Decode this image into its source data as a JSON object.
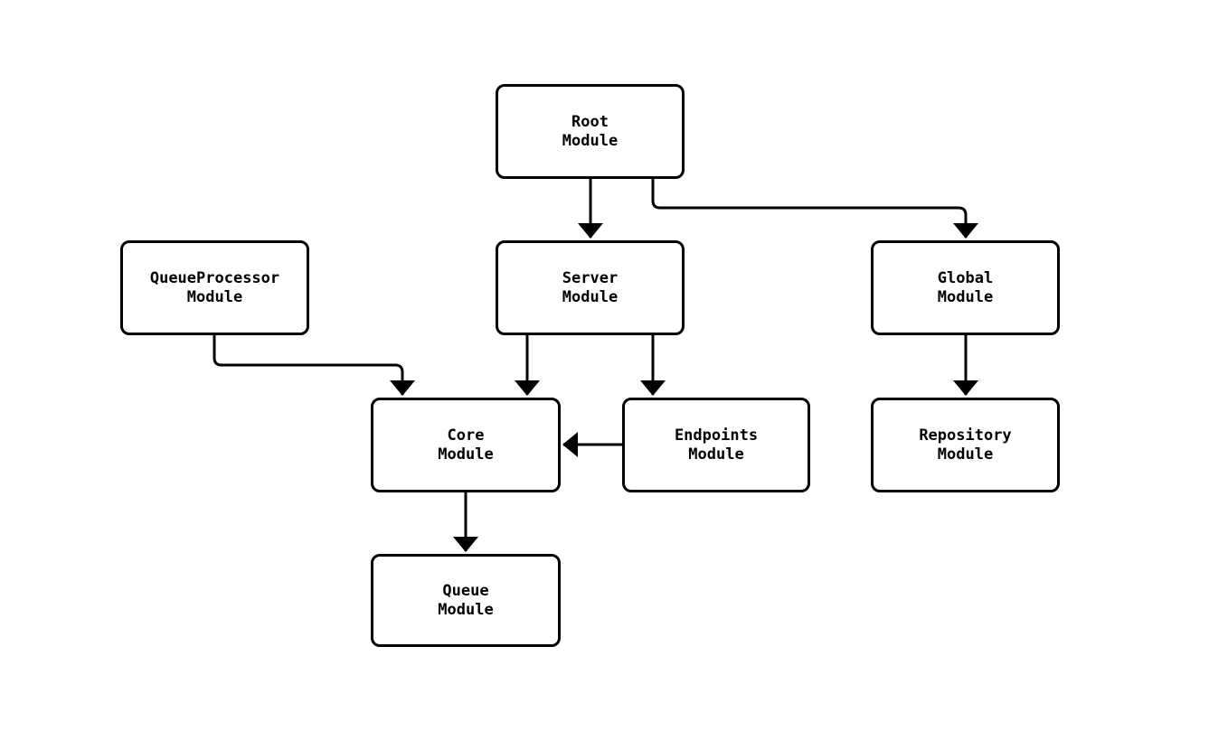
{
  "diagram": {
    "type": "flowchart",
    "background_color": "#ffffff",
    "node_fill_color": "#ffffff",
    "line_color": "#000000",
    "text_color": "#000000",
    "nodes": [
      {
        "id": "root",
        "line1": "Root",
        "line2": "Module"
      },
      {
        "id": "queue_processor",
        "line1": "QueueProcessor",
        "line2": "Module"
      },
      {
        "id": "server",
        "line1": "Server",
        "line2": "Module"
      },
      {
        "id": "global",
        "line1": "Global",
        "line2": "Module"
      },
      {
        "id": "core",
        "line1": "Core",
        "line2": "Module"
      },
      {
        "id": "endpoints",
        "line1": "Endpoints",
        "line2": "Module"
      },
      {
        "id": "repository",
        "line1": "Repository",
        "line2": "Module"
      },
      {
        "id": "queue",
        "line1": "Queue",
        "line2": "Module"
      }
    ],
    "edges": [
      {
        "from": "Root Module",
        "to": "Server Module"
      },
      {
        "from": "Root Module",
        "to": "Global Module"
      },
      {
        "from": "QueueProcessor Module",
        "to": "Core Module"
      },
      {
        "from": "Server Module",
        "to": "Core Module"
      },
      {
        "from": "Server Module",
        "to": "Endpoints Module"
      },
      {
        "from": "Endpoints Module",
        "to": "Core Module"
      },
      {
        "from": "Global Module",
        "to": "Repository Module"
      },
      {
        "from": "Core Module",
        "to": "Queue Module"
      }
    ]
  }
}
